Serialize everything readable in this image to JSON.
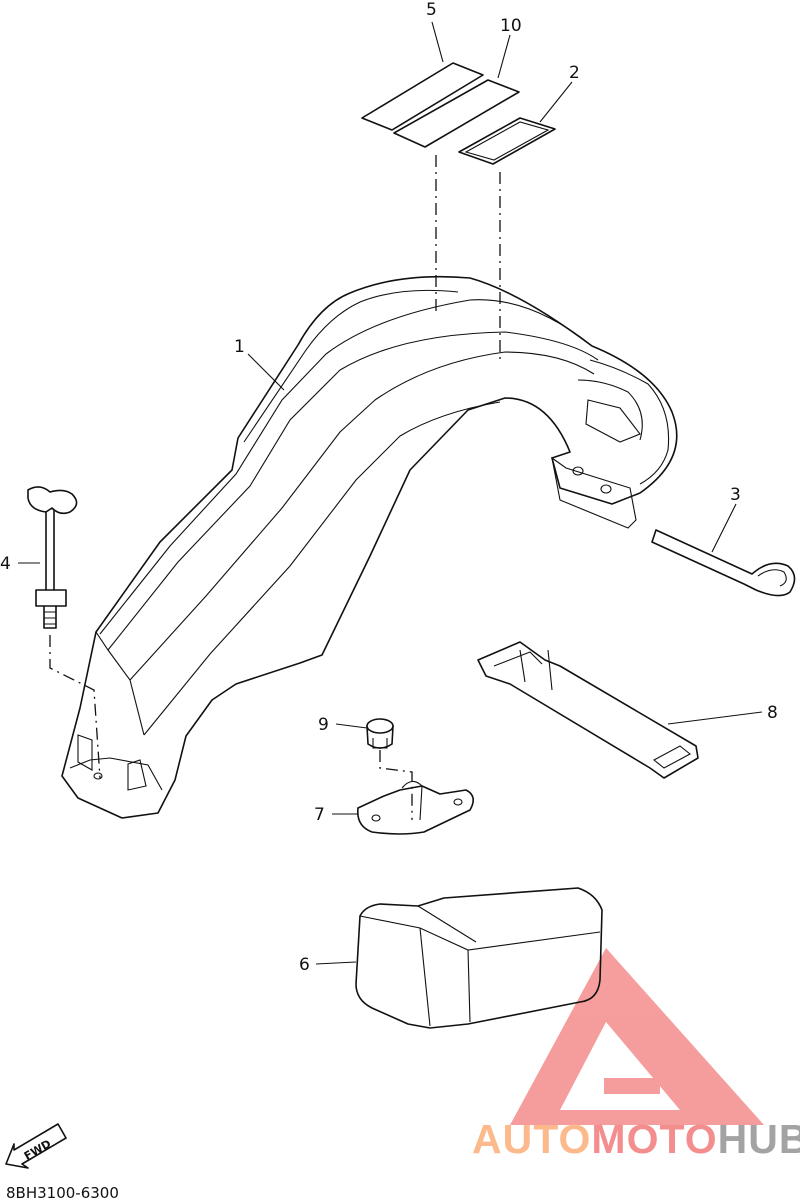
{
  "callouts": [
    {
      "id": "5",
      "label": "5"
    },
    {
      "id": "10",
      "label": "10"
    },
    {
      "id": "2",
      "label": "2"
    },
    {
      "id": "1",
      "label": "1"
    },
    {
      "id": "3",
      "label": "3"
    },
    {
      "id": "4",
      "label": "4"
    },
    {
      "id": "8",
      "label": "8"
    },
    {
      "id": "9",
      "label": "9"
    },
    {
      "id": "7",
      "label": "7"
    },
    {
      "id": "6",
      "label": "6"
    }
  ],
  "fwd_arrow": {
    "label": "FWD",
    "icon": "fwd-arrow-icon"
  },
  "diagram_code": "8BH3100-6300",
  "watermark": {
    "part1": "AUTO",
    "part2": "MOTO",
    "part3": "HUB",
    "colors": {
      "auto": "#fbb98c",
      "moto": "#f48d8d",
      "hub": "#a3a3a3",
      "logo": "#f48d8d"
    }
  }
}
